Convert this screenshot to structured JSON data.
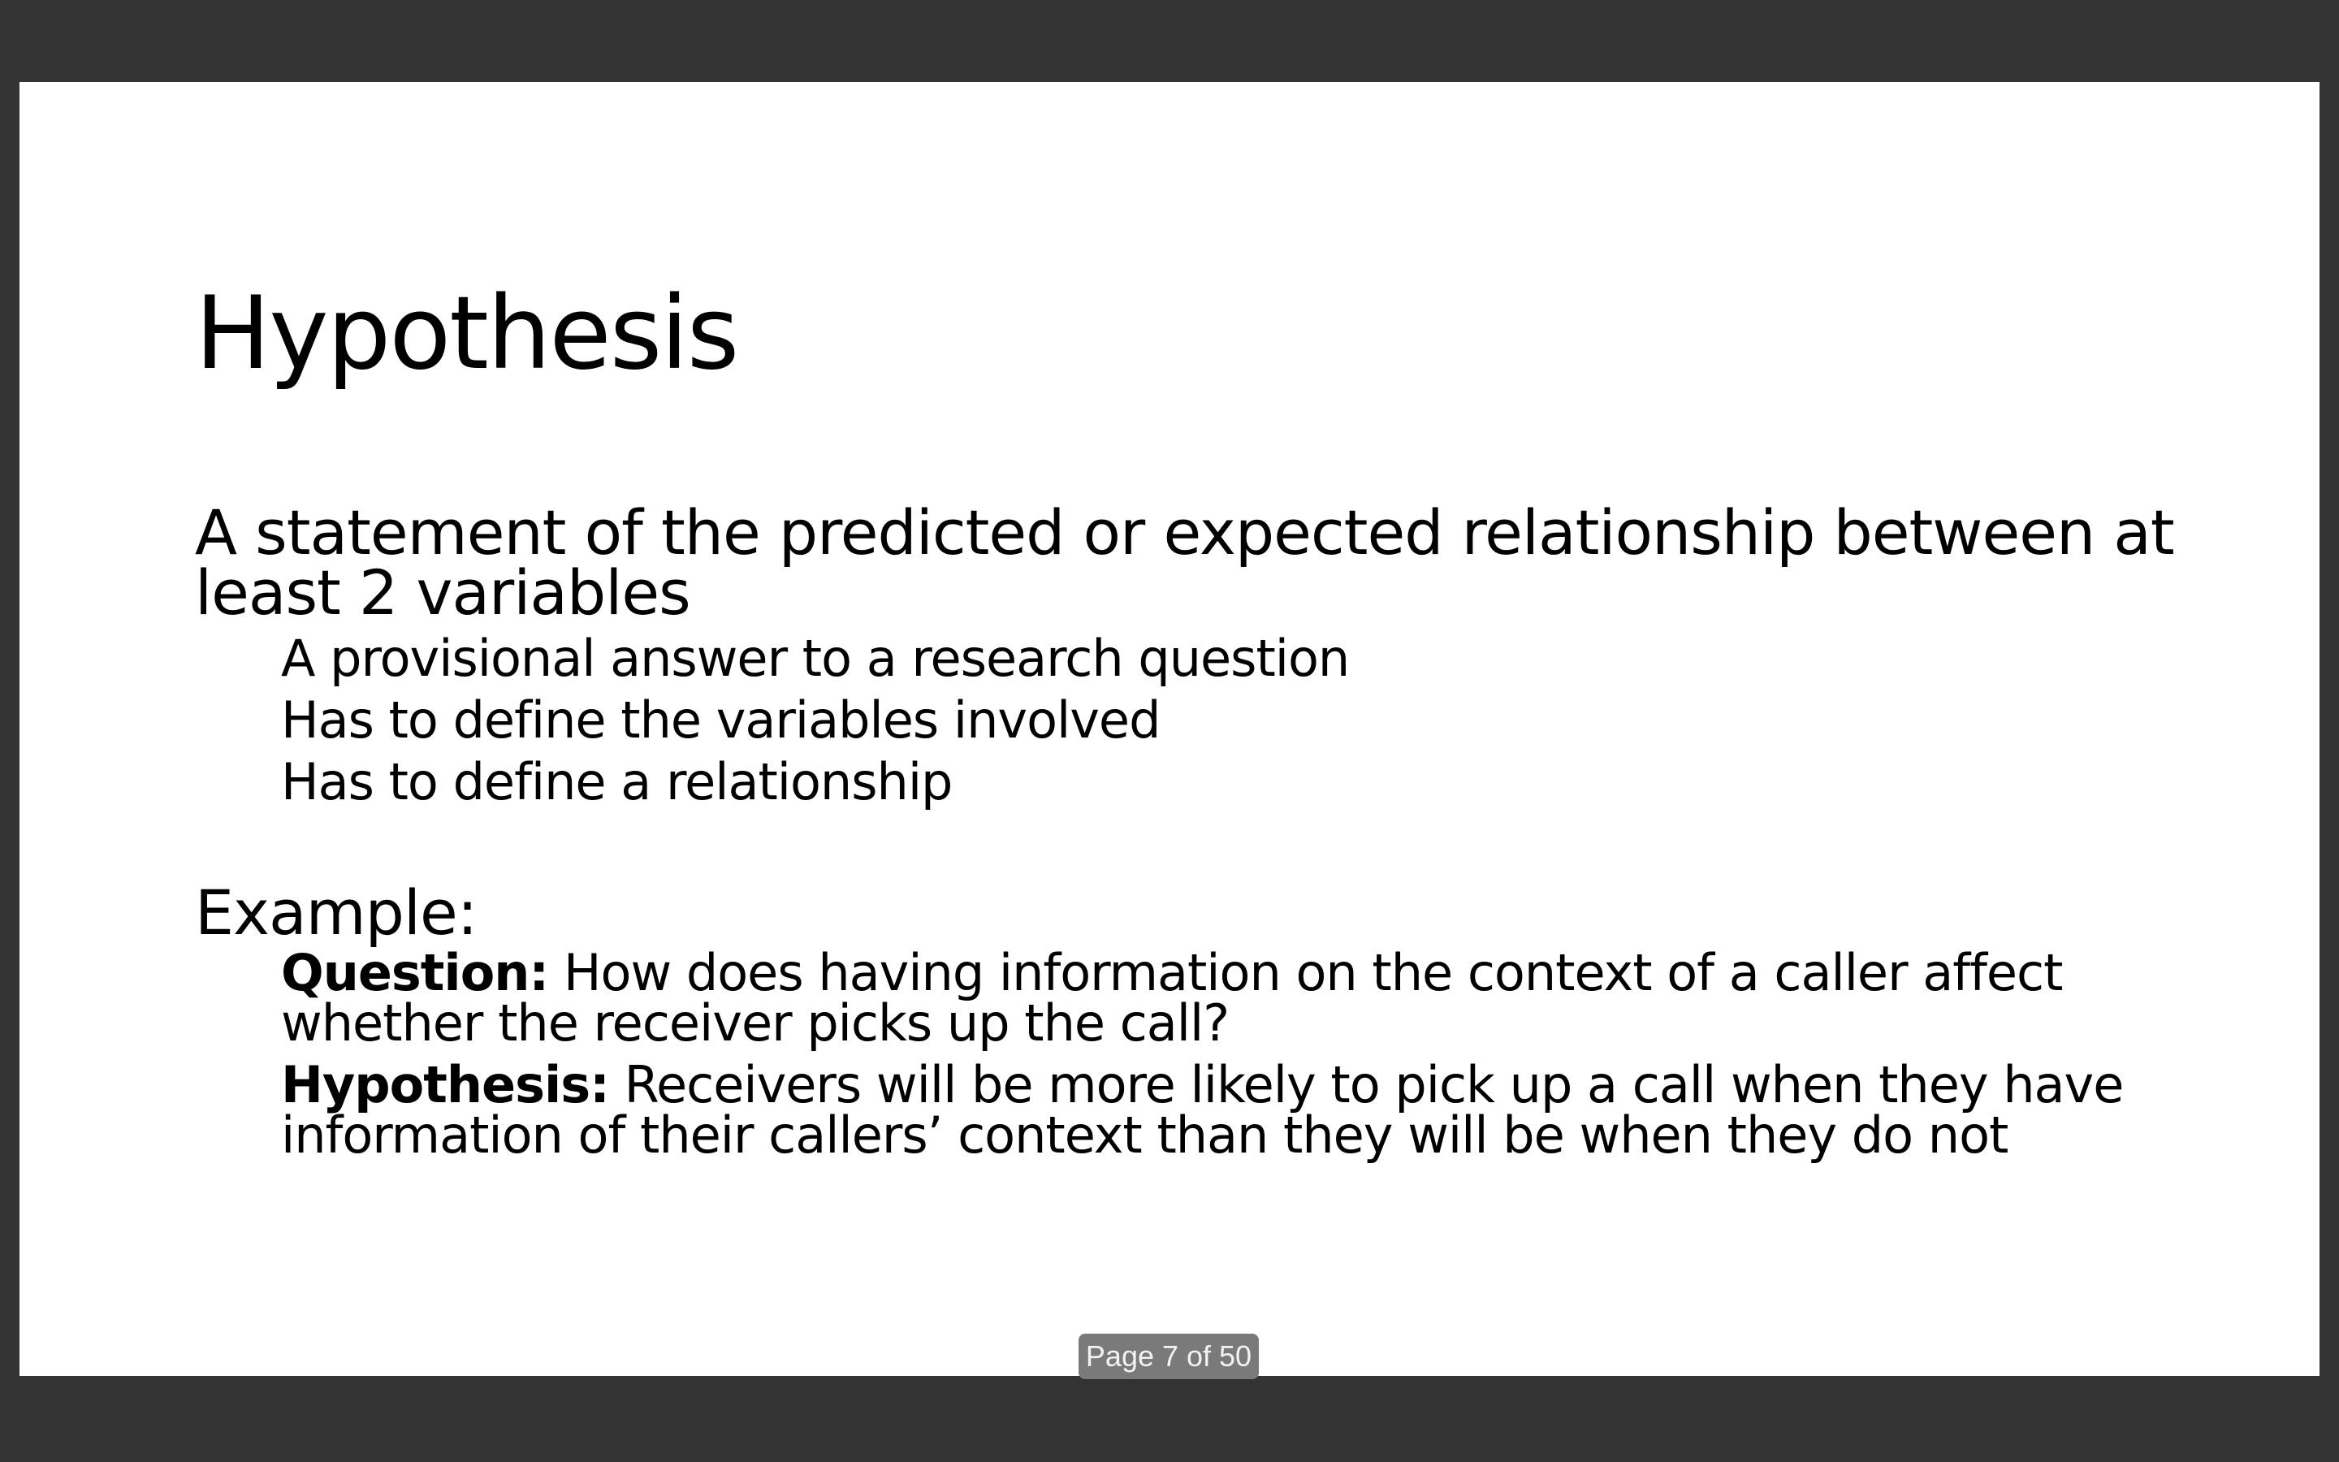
{
  "slide": {
    "title": "Hypothesis",
    "definition": "A statement of the predicted or expected relationship between at least 2 variables",
    "bullets": [
      "A provisional answer to a research question",
      "Has to define the variables involved",
      "Has to define a relationship"
    ],
    "example_heading": "Example:",
    "question_label": "Question:",
    "question_text": " How does having information on the context of a caller affect whether the receiver picks up the call?",
    "hypothesis_label": "Hypothesis:",
    "hypothesis_text": " Receivers will be more likely to pick up a call when they have information of their callers’ context than they will be when they do not"
  },
  "viewer": {
    "page_indicator": "Page 7 of 50",
    "background_color": "#333333",
    "slide_color": "#ffffff",
    "indicator_color": "#7a7a7a"
  }
}
